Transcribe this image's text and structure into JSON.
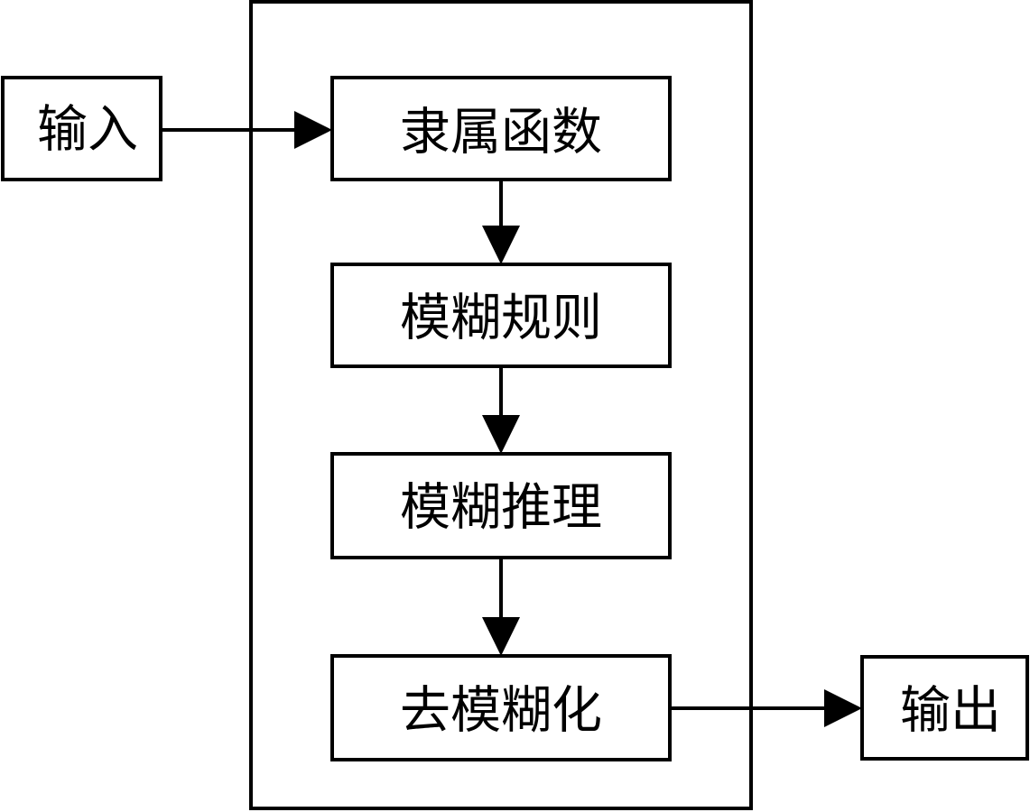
{
  "colors": {
    "stroke": "#000000",
    "background": "#ffffff",
    "text": "#000000"
  },
  "diagram": {
    "input_label": "输入",
    "output_label": "输出",
    "steps": [
      {
        "label": "隶属函数"
      },
      {
        "label": "模糊规则"
      },
      {
        "label": "模糊推理"
      },
      {
        "label": "去模糊化"
      }
    ]
  }
}
